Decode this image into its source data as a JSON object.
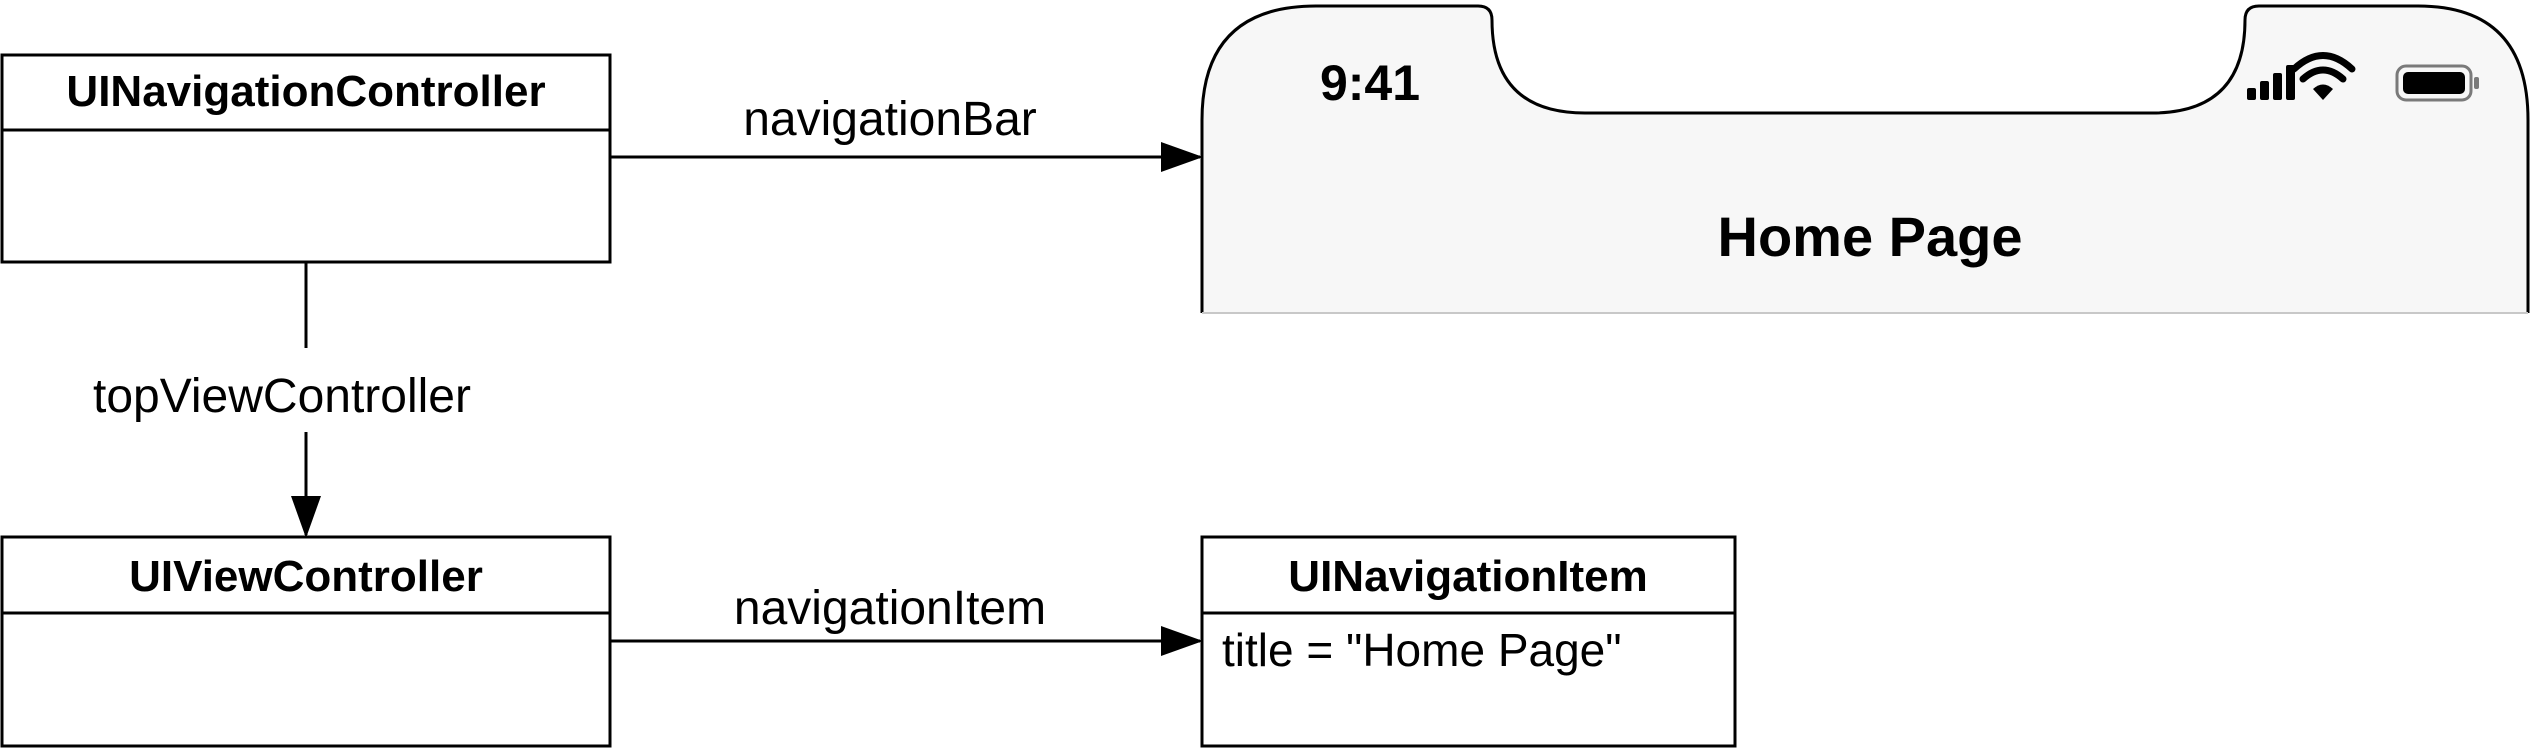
{
  "boxes": {
    "navigation_controller": {
      "title": "UINavigationController"
    },
    "view_controller": {
      "title": "UIViewController"
    },
    "navigation_item": {
      "title": "UINavigationItem",
      "attribute": "title = \"Home Page\""
    }
  },
  "edges": {
    "navigation_bar": {
      "label": "navigationBar"
    },
    "top_view_controller": {
      "label": "topViewController"
    },
    "navigation_item": {
      "label": "navigationItem"
    }
  },
  "phone": {
    "time": "9:41",
    "nav_title": "Home Page",
    "status_icons": [
      "cellular-signal-icon",
      "wifi-icon",
      "battery-icon"
    ]
  },
  "colors": {
    "stroke": "#000000",
    "phone_bar_background": "#f7f7f7"
  }
}
